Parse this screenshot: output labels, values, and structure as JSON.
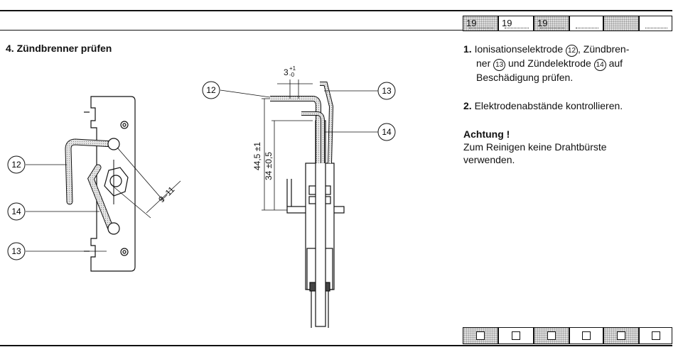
{
  "header": {
    "boxes": [
      {
        "text": "19",
        "shaded": true
      },
      {
        "text": "19",
        "shaded": false
      },
      {
        "text": "19",
        "shaded": true
      },
      {
        "text": "",
        "shaded": false
      },
      {
        "text": "",
        "shaded": true
      },
      {
        "text": "",
        "shaded": false
      }
    ]
  },
  "section": {
    "title": "4. Zündbrenner prüfen"
  },
  "instructions": {
    "step1_num": "1.",
    "step1_line1": "Ionisationselektrode",
    "step1_ref_12": "12",
    "step1_line1b": ", Zündbren-",
    "step1_line2a": "ner",
    "step1_ref_13": "13",
    "step1_line2b": "und Zündelektrode",
    "step1_ref_14": "14",
    "step1_line2c": "auf",
    "step1_line3": "Beschädigung prüfen.",
    "step2_num": "2.",
    "step2_text": "Elektrodenabstände kontrollieren.",
    "warning_title": "Achtung !",
    "warning_line1": "Zum Reinigen keine Drahtbürste",
    "warning_line2": "verwenden."
  },
  "figure_left": {
    "callout_12": "12",
    "callout_14": "14",
    "callout_13": "13",
    "dimension": "9–11"
  },
  "figure_right": {
    "callout_12": "12",
    "callout_13": "13",
    "callout_14": "14",
    "dim_top_value": "3",
    "dim_top_upper": "+1",
    "dim_top_lower": "-0",
    "dim_long": "44,5 ±1",
    "dim_short": "34 ±0,5"
  },
  "footer": {
    "boxes": [
      {
        "shaded": true
      },
      {
        "shaded": false
      },
      {
        "shaded": true
      },
      {
        "shaded": false
      },
      {
        "shaded": true
      },
      {
        "shaded": false
      }
    ]
  },
  "colors": {
    "ink": "#111111",
    "shade": "#dedede"
  }
}
